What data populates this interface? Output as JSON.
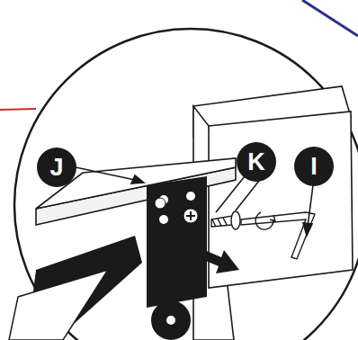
{
  "diagram": {
    "labels": [
      "J",
      "K",
      "I"
    ]
  }
}
